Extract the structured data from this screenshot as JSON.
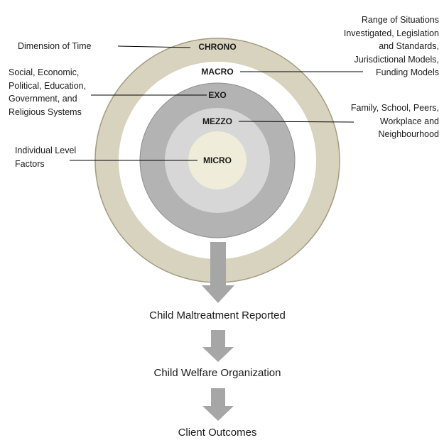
{
  "rings": {
    "chrono": "CHRONO",
    "macro": "MACRO",
    "exo": "EXO",
    "mezzo": "MEZZO",
    "micro": "MICRO"
  },
  "callouts": {
    "time": [
      "Dimension of Time"
    ],
    "range": [
      "Range of Situations",
      "Investigated, Legislation",
      "and Standards,",
      "Jurisdictional Models,",
      "Funding Models"
    ],
    "social": [
      "Social, Economic,",
      "Political, Education,",
      "Government, and",
      "Religious Systems"
    ],
    "family": [
      "Family, School, Peers,",
      "Workplace and",
      "Neighbourhood"
    ],
    "individual": [
      "Individual Level",
      "Factors"
    ]
  },
  "flow": {
    "step1": "Child Maltreatment Reported",
    "step2": "Child Welfare Organization",
    "step3": "Client Outcomes"
  },
  "colors": {
    "chrono_ring": "#d8d3bf",
    "chrono_stroke": "#a39c80",
    "macro_ring": "#ffffff",
    "exo_ring": "#b3b3b3",
    "mezzo_ring": "#d7d7d7",
    "micro_ring": "#efedd9",
    "arrow": "#a6a6a6",
    "line": "#000000"
  }
}
